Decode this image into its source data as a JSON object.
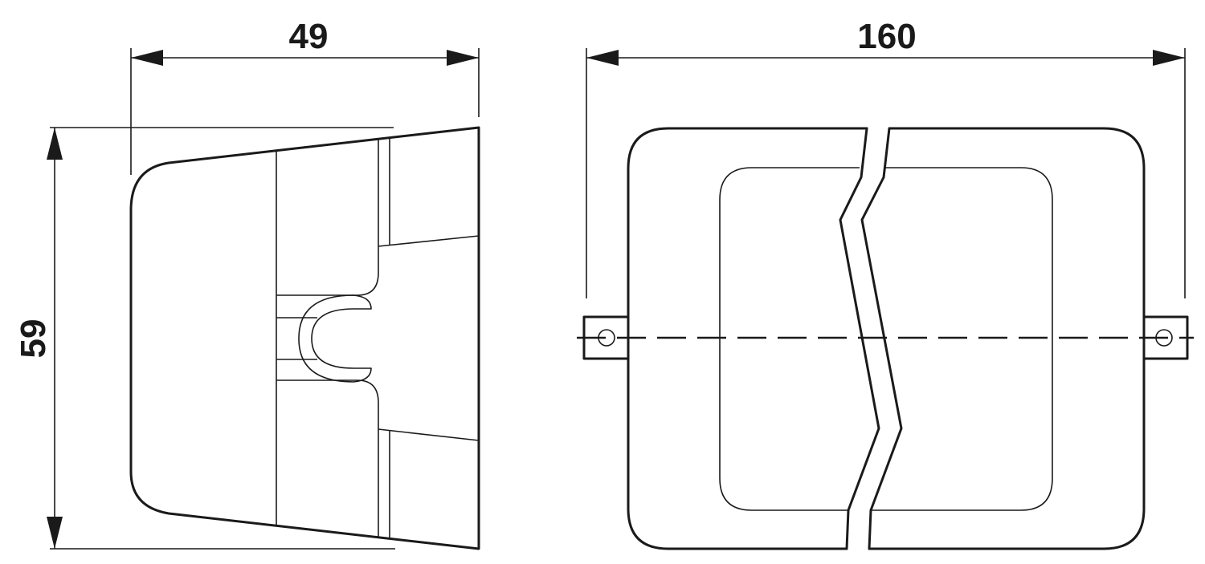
{
  "dimensions": {
    "width_side": "49",
    "height_side": "59",
    "width_front": "160"
  },
  "colors": {
    "line": "#1a1a1a",
    "background": "#ffffff"
  }
}
